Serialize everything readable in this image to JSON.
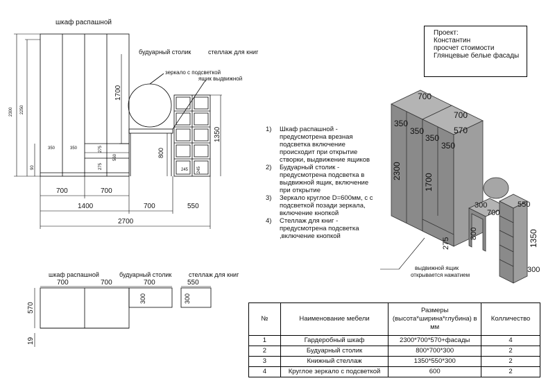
{
  "project_box": {
    "line1": "Проект:",
    "line2": "Константин",
    "line3": "просчет стоимости",
    "line4": "Глянцевые белые фасады"
  },
  "front_view": {
    "title_wardrobe": "шкаф распашной",
    "title_vanity": "будуарный столик",
    "title_shelf": "стеллаж для книг",
    "mirror_label": "зеркало с подсветкой",
    "drawer_label": "ящик выдвижной",
    "dim_2300": "2300",
    "dim_2250": "2250",
    "dim_1700": "1700",
    "dim_350_a": "350",
    "dim_350_b": "350",
    "dim_275_a": "275",
    "dim_275_b": "275",
    "dim_560": "560",
    "dim_90": "90",
    "dim_800": "800",
    "dim_1350": "1350",
    "dim_245_a": "245",
    "dim_245_b": "245",
    "dim_700_a": "700",
    "dim_700_b": "700",
    "dim_1400": "1400",
    "dim_700_c": "700",
    "dim_550": "550",
    "dim_2700": "2700"
  },
  "plan_view": {
    "title_wardrobe": "шкаф распашной",
    "title_vanity": "будуарный столик",
    "title_shelf": "стеллаж для  книг",
    "dim_700_a": "700",
    "dim_700_b": "700",
    "dim_700_c": "700",
    "dim_550": "550",
    "dim_570": "570",
    "dim_19": "19",
    "dim_300_a": "300",
    "dim_300_b": "300"
  },
  "notes": [
    {
      "num": "1)",
      "text": "Шкаф распашной - предусмотрена врезная подсветка включение происходит при открытие створки, выдвижение ящиков"
    },
    {
      "num": "2)",
      "text": "Будуарный столик - предусмотрена подсветка в выдвижной ящик, включение при открытие"
    },
    {
      "num": "3)",
      "text": "Зеркало круглое D=600мм, с с подсветкой позади зеркала, включение кнопкой"
    },
    {
      "num": "4)",
      "text": "Стеллаж для книг - предусмотрена подсветка ,включение кнопкой"
    }
  ],
  "iso_view": {
    "dim_700_top_a": "700",
    "dim_700_top_b": "700",
    "dim_350_a": "350",
    "dim_350_b": "350",
    "dim_350_c": "350",
    "dim_350_d": "350",
    "dim_570": "570",
    "dim_2300": "2300",
    "dim_1700": "1700",
    "dim_275": "275",
    "dim_800": "800",
    "dim_300_a": "300",
    "dim_700_vanity": "700",
    "dim_550": "550",
    "dim_1350": "1350",
    "dim_300_b": "300",
    "drawer_note_line1": "выдвижной ящик",
    "drawer_note_line2": "открывается нажатием"
  },
  "spec_table": {
    "header": {
      "num": "№",
      "name": "Наименование мебели",
      "size_line1": "Размеры",
      "size_line2": "(высота*ширина*глубина) в",
      "size_line3": "мм",
      "qty": "Колличество"
    },
    "rows": [
      {
        "num": "1",
        "name": "Гардеробный шкаф",
        "size": "2300*700*570+фасады",
        "qty": "4"
      },
      {
        "num": "2",
        "name": "Будуарный столик",
        "size": "800*700*300",
        "qty": "2"
      },
      {
        "num": "3",
        "name": "Книжный стеллаж",
        "size": "1350*550*300",
        "qty": "2"
      },
      {
        "num": "4",
        "name": "Круглое зеркало с подсветкой",
        "size": "600",
        "qty": "2"
      }
    ]
  }
}
